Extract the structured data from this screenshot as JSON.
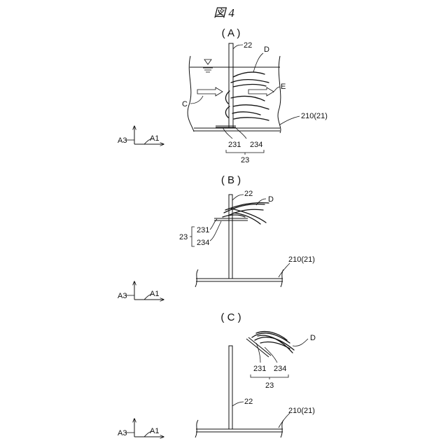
{
  "figure": {
    "title": "図 4"
  },
  "panels": [
    {
      "id": "A",
      "heading": "( A )",
      "axis": {
        "vertical": "A3",
        "horizontal": "A1"
      },
      "labels": {
        "plate": "22",
        "fiber": "D",
        "flow_in": "C",
        "flow_out": "E",
        "channel": "210(21)",
        "part_a": "231",
        "part_b": "234",
        "group": "23"
      }
    },
    {
      "id": "B",
      "heading": "( B )",
      "axis": {
        "vertical": "A3",
        "horizontal": "A1"
      },
      "labels": {
        "plate": "22",
        "fiber": "D",
        "channel": "210(21)",
        "part_a": "231",
        "part_b": "234",
        "group": "23"
      }
    },
    {
      "id": "C",
      "heading": "( C )",
      "axis": {
        "vertical": "A3",
        "horizontal": "A1"
      },
      "labels": {
        "plate": "22",
        "fiber": "D",
        "channel": "210(21)",
        "part_a": "231",
        "part_b": "234",
        "group": "23"
      }
    }
  ]
}
